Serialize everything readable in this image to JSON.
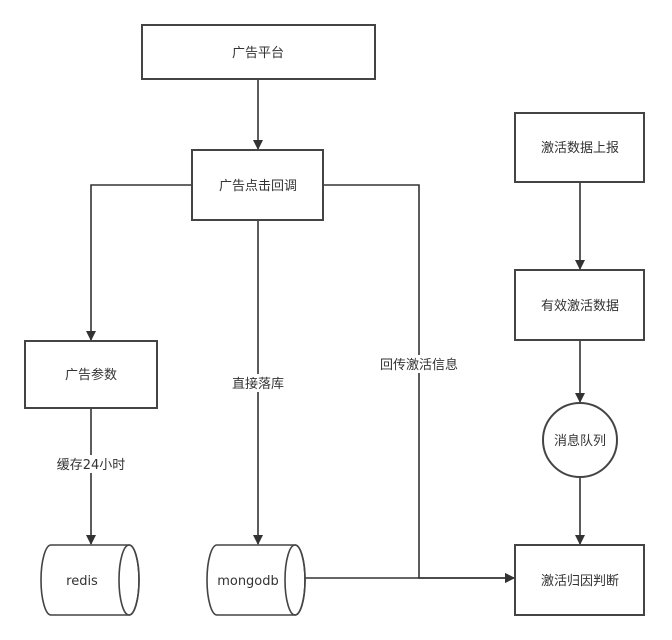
{
  "nodes": {
    "ad_platform": "广告平台",
    "ad_click_callback": "广告点击回调",
    "ad_params": "广告参数",
    "redis": "redis",
    "mongodb": "mongodb",
    "activation_report": "激活数据上报",
    "valid_activation": "有效激活数据",
    "message_queue": "消息队列",
    "attribution": "激活归因判断"
  },
  "edges": {
    "cache_24h": "缓存24小时",
    "direct_store": "直接落库",
    "return_activation": "回传激活信息"
  }
}
